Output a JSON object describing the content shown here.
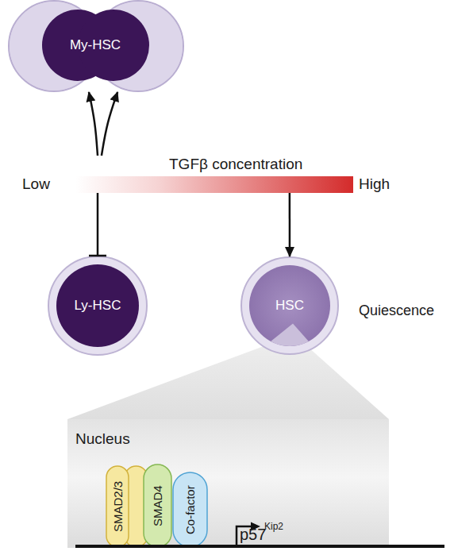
{
  "diagram": {
    "nodes": [
      {
        "text": [
          "My-HSC"
        ]
      },
      {
        "text": [
          "TGFβ concentration"
        ]
      },
      {
        "text": [
          "Ly-HSC"
        ]
      },
      {
        "text": [
          "HSC"
        ]
      },
      {
        "text": [
          "Nucleus"
        ]
      },
      {
        "text": [
          "SMAD2/3"
        ],
        "in": 4
      },
      {
        "text": [
          "SMAD4"
        ],
        "in": 4
      },
      {
        "text": [
          "Co-factor"
        ],
        "in": 4
      }
    ],
    "edges": [
      {
        "from": 1,
        "to": 0,
        "arrow": "to"
      },
      {
        "from": 1,
        "to": 0,
        "arrow": "to"
      },
      {
        "from": 1,
        "to": 2,
        "arrow": "none"
      },
      {
        "from": 1,
        "to": 3,
        "arrow": "to"
      }
    ],
    "labels": [
      "Low",
      "High",
      "Quiescence",
      "p57",
      "Kip2"
    ]
  }
}
